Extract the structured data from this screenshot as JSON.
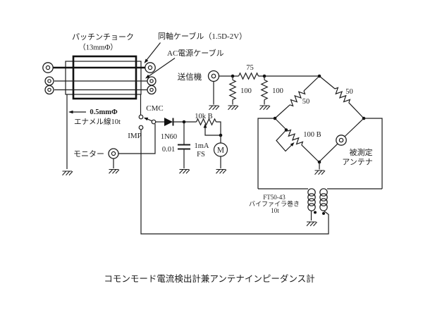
{
  "title": "コモンモード電流検出計兼アンテナインピーダンス計",
  "choke": {
    "name1": "パッチンチョーク",
    "name2": "（13mmΦ）",
    "wire1": "0.5mmΦ",
    "wire2": "エナメル線10t"
  },
  "cables": {
    "coax": "同軸ケーブル（1.5D-2V）",
    "ac": "AC電源ケーブル"
  },
  "ports": {
    "transmitter": "送信機",
    "monitor": "モニター",
    "antenna1": "被測定",
    "antenna2": "アンテナ"
  },
  "selector": {
    "cmc": "CMC",
    "imp": "IMP"
  },
  "detector": {
    "diode": "1N60",
    "capacitor": "0.01",
    "pot": "10k B",
    "meter_range": "1mA",
    "meter_range2": "FS",
    "meter": "M"
  },
  "resistors": {
    "r75": "75",
    "r100a": "100",
    "r100b": "100",
    "r50l": "50",
    "r50r": "50",
    "pot": "100 B"
  },
  "transformer": {
    "core": "FT50-43",
    "winding": "バイファイラ巻き",
    "turns": "10t"
  }
}
